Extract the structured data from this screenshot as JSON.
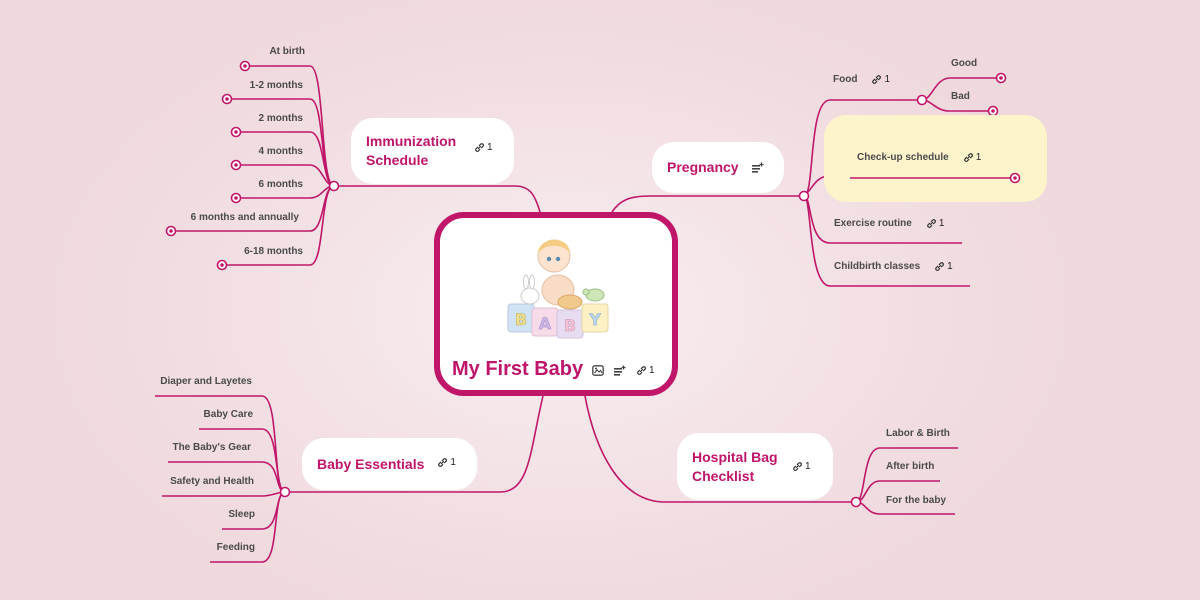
{
  "canvas": {
    "background": "#f1dde1",
    "accent": "#c0166a",
    "highlight": "#fdf4cc"
  },
  "root": {
    "title": "My First Baby",
    "image_alt": "baby sitting on BABY blocks",
    "image_blocks": [
      "B",
      "A",
      "B",
      "Y"
    ],
    "icons": [
      "image-icon",
      "notes-icon",
      "link-icon"
    ],
    "link_count": "1"
  },
  "branches": {
    "immunization": {
      "title_line1": "Immunization",
      "title_line2": "Schedule",
      "link_count": "1",
      "children": [
        "At birth",
        "1-2 months",
        "2 months",
        "4 months",
        "6 months",
        "6 months and annually",
        "6-18 months"
      ]
    },
    "pregnancy": {
      "title": "Pregnancy",
      "icon": "notes-icon",
      "children": {
        "food": {
          "label": "Food",
          "link_count": "1",
          "children": [
            "Good",
            "Bad"
          ]
        },
        "checkup": {
          "label": "Check-up schedule",
          "link_count": "1"
        },
        "exercise": {
          "label": "Exercise routine",
          "link_count": "1"
        },
        "childbirth": {
          "label": "Childbirth classes",
          "link_count": "1"
        }
      }
    },
    "essentials": {
      "title": "Baby Essentials",
      "link_count": "1",
      "children": [
        "Diaper and Layetes",
        "Baby Care",
        "The Baby's Gear",
        "Safety and Health",
        "Sleep",
        "Feeding"
      ]
    },
    "hospital": {
      "title_line1": "Hospital Bag",
      "title_line2": "Checklist",
      "link_count": "1",
      "children": [
        "Labor & Birth",
        "After birth",
        "For the baby"
      ]
    }
  }
}
